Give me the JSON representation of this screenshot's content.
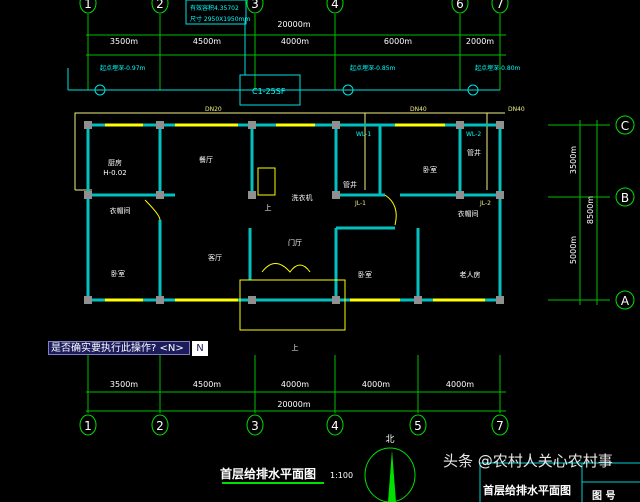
{
  "axes": {
    "top": [
      "1",
      "2",
      "3",
      "4",
      "6",
      "7"
    ],
    "bottom": [
      "1",
      "2",
      "3",
      "4",
      "5",
      "7"
    ],
    "right": [
      "C",
      "B",
      "A"
    ]
  },
  "dimensions": {
    "top_total": "20000m",
    "top_spans": [
      "3500m",
      "4500m",
      "4000m",
      "6000m",
      "2000m"
    ],
    "bottom_spans": [
      "3500m",
      "4500m",
      "4000m",
      "4000m",
      "4000m"
    ],
    "bottom_total": "20000m",
    "right_spans": [
      "3500m",
      "5000m"
    ],
    "right_total": "8500m"
  },
  "tank": {
    "label": "C1-25SF",
    "size": "尺寸 2950X1950mm",
    "spec": "有效容积4.35702"
  },
  "pipes": {
    "dn": [
      "DN20",
      "DN40",
      "DN40"
    ],
    "depths": [
      "起点埋深-0.97m",
      "起点埋深-0.85m",
      "起点埋深-0.80m"
    ],
    "risers": [
      "WL-1",
      "WL-2",
      "JL-1",
      "JL-2"
    ],
    "floor_level": "H-0.02"
  },
  "rooms": [
    "厨房",
    "餐厅",
    "衣帽间",
    "卧室",
    "客厅",
    "门厅",
    "卧室",
    "卧室",
    "老人房",
    "衣帽间",
    "管井",
    "管井",
    "洗衣机"
  ],
  "stair_label": "上",
  "porch_label": "上",
  "command": {
    "prompt": "是否确实要执行此操作? <N>",
    "input": "N"
  },
  "title": {
    "text": "首层给排水平面图",
    "scale": "1:100"
  },
  "north_label": "北",
  "watermark": "头条 @农村人关心农村事",
  "title_block": {
    "name": "首层给排水平面图",
    "drawing_no": "图 号"
  },
  "colors": {
    "axis": "#00ff00",
    "wall": "#00c8c8",
    "water": "#ffff80",
    "text": "#ffffff",
    "cyan": "#00ffff"
  }
}
